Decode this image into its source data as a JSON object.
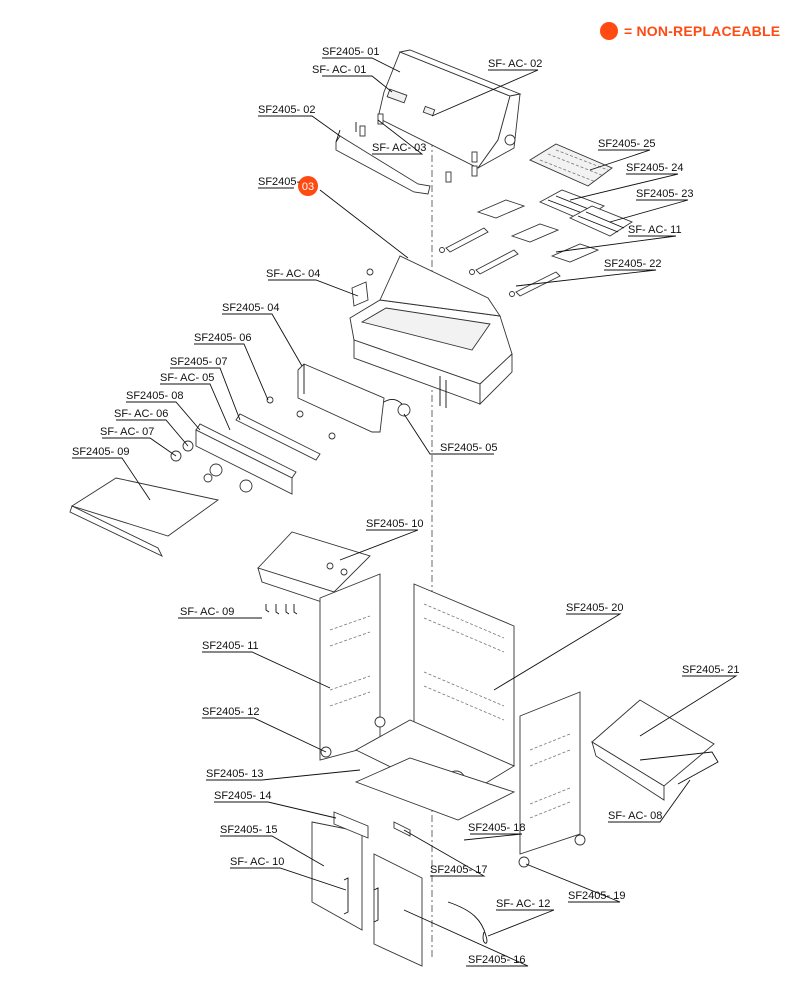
{
  "legend": {
    "label": "= NON-REPLACEABLE",
    "color": "#ff4a12"
  },
  "badge": {
    "text": "03",
    "color": "#ff4a12"
  },
  "labels": [
    {
      "id": "sf2405-01",
      "text": "SF2405- 01"
    },
    {
      "id": "sf-ac-01",
      "text": "SF- AC- 01"
    },
    {
      "id": "sf-ac-02",
      "text": "SF- AC- 02"
    },
    {
      "id": "sf2405-02",
      "text": "SF2405- 02"
    },
    {
      "id": "sf-ac-03",
      "text": "SF- AC- 03"
    },
    {
      "id": "sf2405-03",
      "text": "SF2405-"
    },
    {
      "id": "sf2405-25",
      "text": "SF2405- 25"
    },
    {
      "id": "sf2405-24",
      "text": "SF2405- 24"
    },
    {
      "id": "sf2405-23",
      "text": "SF2405- 23"
    },
    {
      "id": "sf-ac-11",
      "text": "SF- AC- 11"
    },
    {
      "id": "sf2405-22",
      "text": "SF2405- 22"
    },
    {
      "id": "sf-ac-04",
      "text": "SF- AC- 04"
    },
    {
      "id": "sf2405-04",
      "text": "SF2405- 04"
    },
    {
      "id": "sf2405-06",
      "text": "SF2405- 06"
    },
    {
      "id": "sf2405-07",
      "text": "SF2405- 07"
    },
    {
      "id": "sf-ac-05",
      "text": "SF- AC- 05"
    },
    {
      "id": "sf2405-08",
      "text": "SF2405- 08"
    },
    {
      "id": "sf-ac-06",
      "text": "SF- AC- 06"
    },
    {
      "id": "sf-ac-07",
      "text": "SF- AC- 07"
    },
    {
      "id": "sf2405-09",
      "text": "SF2405- 09"
    },
    {
      "id": "sf2405-05",
      "text": "SF2405- 05"
    },
    {
      "id": "sf2405-10",
      "text": "SF2405- 10"
    },
    {
      "id": "sf-ac-09",
      "text": "SF- AC- 09"
    },
    {
      "id": "sf2405-20",
      "text": "SF2405- 20"
    },
    {
      "id": "sf2405-11",
      "text": "SF2405- 11"
    },
    {
      "id": "sf2405-21",
      "text": "SF2405- 21"
    },
    {
      "id": "sf2405-12",
      "text": "SF2405- 12"
    },
    {
      "id": "sf2405-13",
      "text": "SF2405- 13"
    },
    {
      "id": "sf2405-14",
      "text": "SF2405- 14"
    },
    {
      "id": "sf2405-18",
      "text": "SF2405- 18"
    },
    {
      "id": "sf-ac-08",
      "text": "SF- AC- 08"
    },
    {
      "id": "sf2405-15",
      "text": "SF2405- 15"
    },
    {
      "id": "sf-ac-10",
      "text": "SF- AC- 10"
    },
    {
      "id": "sf2405-17",
      "text": "SF2405- 17"
    },
    {
      "id": "sf2405-19",
      "text": "SF2405- 19"
    },
    {
      "id": "sf-ac-12",
      "text": "SF- AC- 12"
    },
    {
      "id": "sf2405-16",
      "text": "SF2405- 16"
    }
  ]
}
